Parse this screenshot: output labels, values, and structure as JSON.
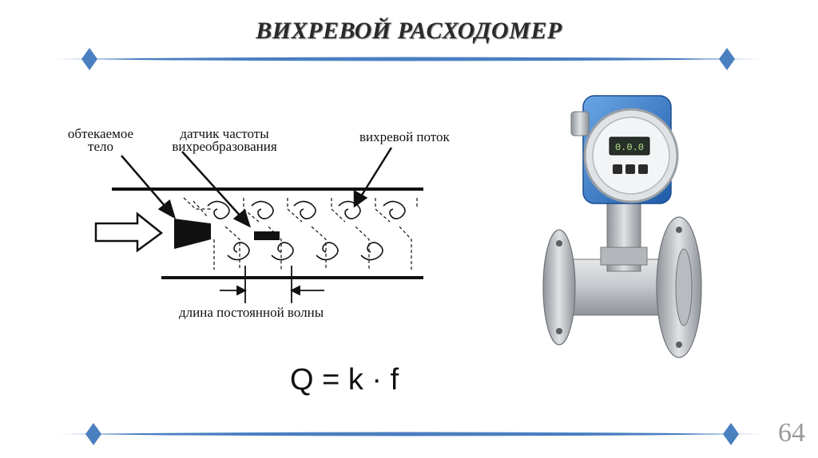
{
  "slide": {
    "title": "ВИХРЕВОЙ РАСХОДОМЕР",
    "page_number": "64",
    "accent_color": "#4a7fc0"
  },
  "diagram": {
    "label_bluff_body_line1": "обтекаемое",
    "label_bluff_body_line2": "тело",
    "label_sensor_line1": "датчик частоты",
    "label_sensor_line2": "вихреобразования",
    "label_vortex_flow": "вихревой поток",
    "label_wavelength": "длина постоянной волны"
  },
  "formula": "Q = k · f",
  "device": {
    "display_text": "0.0.0"
  }
}
